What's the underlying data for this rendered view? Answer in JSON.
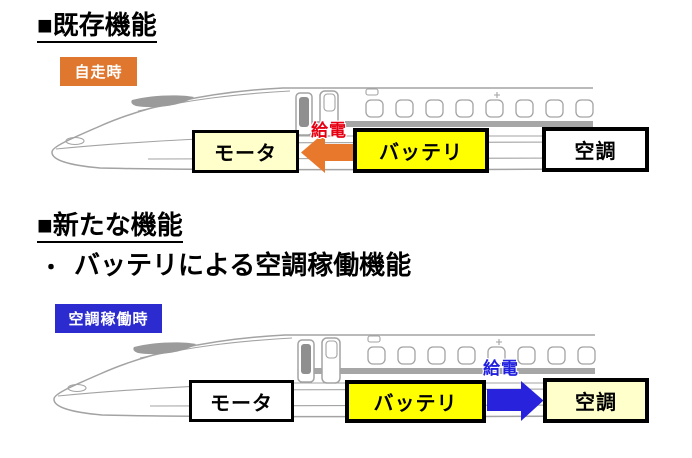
{
  "sections": {
    "existing": {
      "heading": "■既存機能",
      "badge": {
        "label": "自走時",
        "color": "#E0772F"
      },
      "feed": {
        "text": "給電",
        "color": "#E60012"
      },
      "arrow": {
        "direction": "left",
        "from": "バッテリ",
        "to": "モータ",
        "color": "#E8782C"
      },
      "boxes": [
        {
          "id": "motor",
          "label": "モータ",
          "fill": "#FFFFCC"
        },
        {
          "id": "battery",
          "label": "バッテリ",
          "fill": "#FFFF00"
        },
        {
          "id": "aircon",
          "label": "空調",
          "fill": "#FFFFFF"
        }
      ]
    },
    "new": {
      "heading": "■新たな機能",
      "bullet_marker": "・",
      "bullet_text": "バッテリによる空調稼働機能",
      "badge": {
        "label": "空調稼働時",
        "color": "#2B2BD0"
      },
      "feed": {
        "text": "給電",
        "color": "#2020DE"
      },
      "arrow": {
        "direction": "right",
        "from": "バッテリ",
        "to": "空調",
        "color": "#2822DC"
      },
      "boxes": [
        {
          "id": "motor",
          "label": "モータ",
          "fill": "#FFFFFF"
        },
        {
          "id": "battery",
          "label": "バッテリ",
          "fill": "#FFFF00"
        },
        {
          "id": "aircon",
          "label": "空調",
          "fill": "#FFFFCC"
        }
      ]
    }
  },
  "illustration": {
    "name": "shinkansen-side-view",
    "line_color": "#A3A3A3"
  }
}
